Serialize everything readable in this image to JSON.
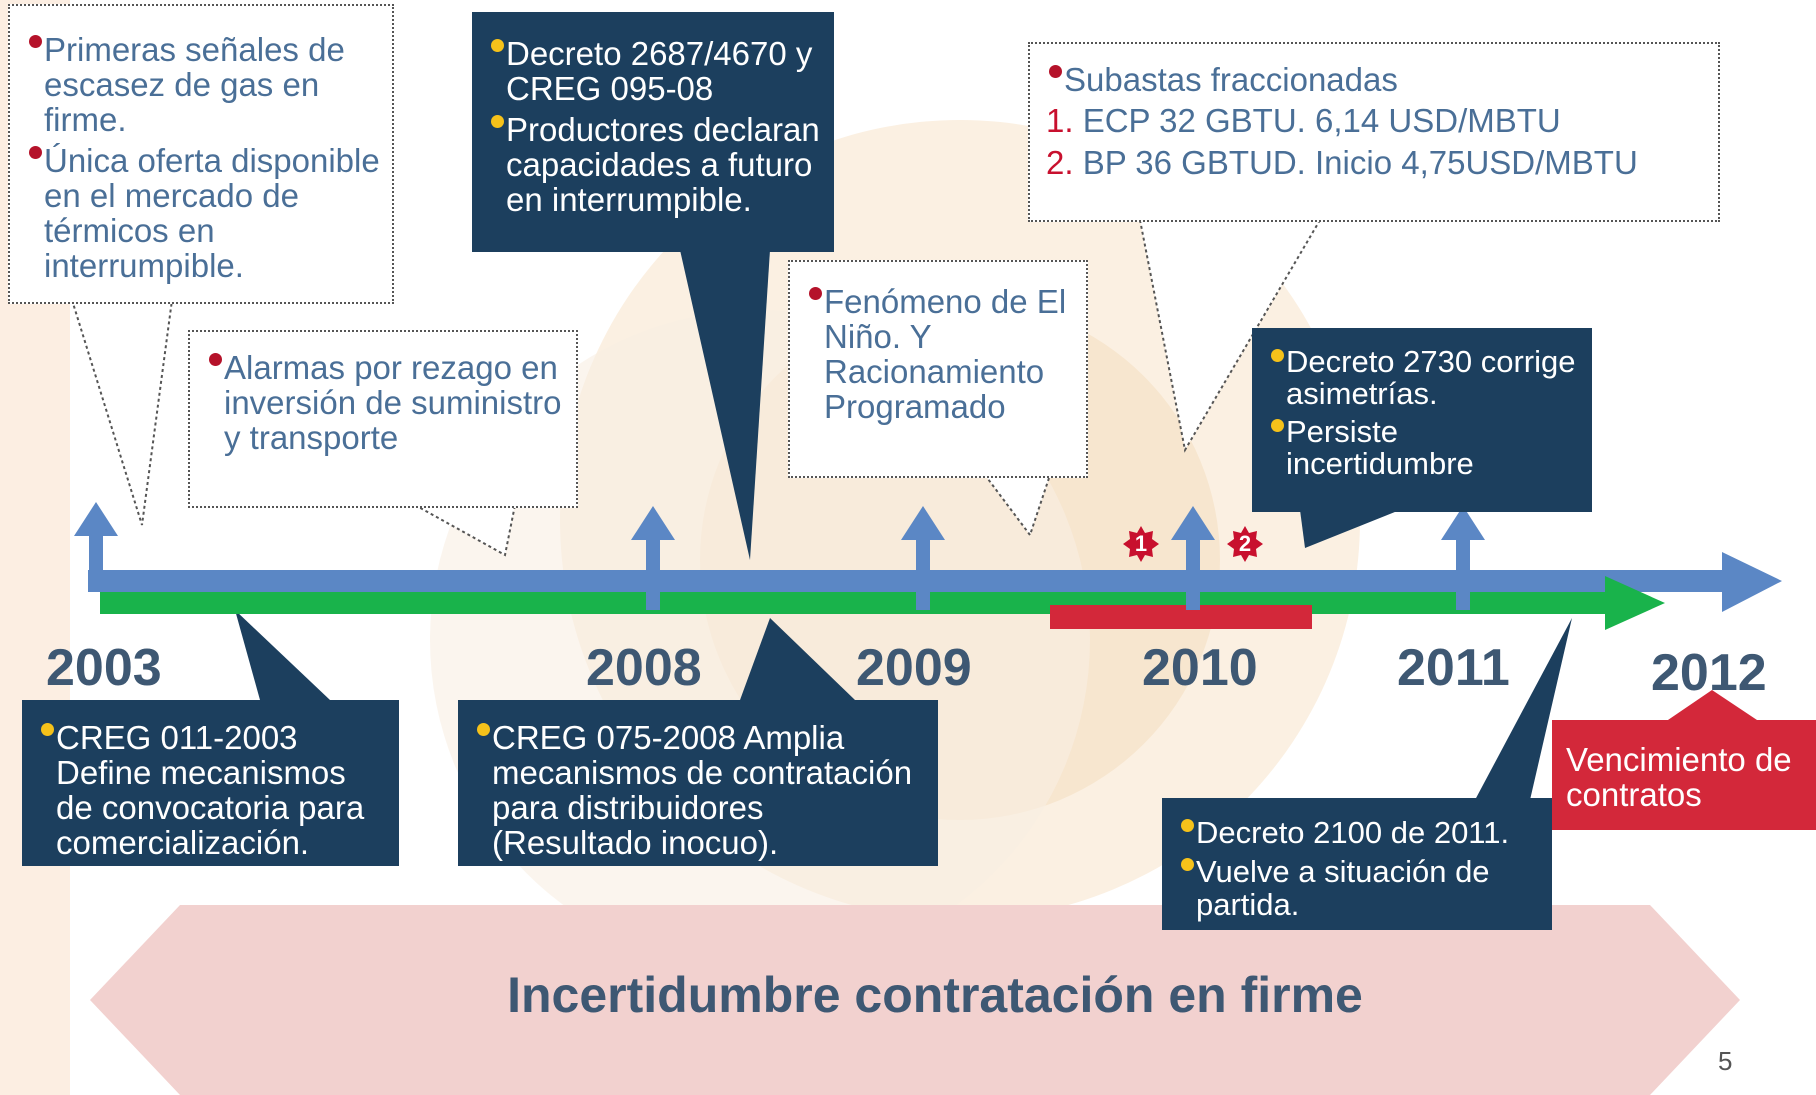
{
  "timeline": {
    "years": [
      "2003",
      "2008",
      "2009",
      "2010",
      "2011",
      "2012"
    ],
    "markers": [
      "1",
      "2"
    ]
  },
  "callouts_top": [
    {
      "items": [
        "Primeras señales de escasez de gas en firme.",
        "Única oferta disponible en el mercado  de térmicos en interrumpible."
      ]
    },
    {
      "items": [
        "Alarmas por rezago en inversión de suministro y transporte"
      ]
    },
    {
      "items": [
        "Decreto 2687/4670 y CREG 095-08",
        "Productores declaran capacidades a futuro en interrumpible."
      ]
    },
    {
      "items": [
        "Fenómeno de El Niño. Y Racionamiento Programado"
      ]
    },
    {
      "title": "Subastas fraccionadas",
      "list": [
        {
          "n": "1.",
          "text": "ECP 32 GBTU. 6,14 USD/MBTU"
        },
        {
          "n": "2.",
          "text": "BP 36 GBTUD. Inicio 4,75USD/MBTU"
        }
      ]
    },
    {
      "items": [
        "Decreto 2730 corrige asimetrías.",
        "Persiste incertidumbre"
      ]
    }
  ],
  "callouts_bottom": [
    {
      "items": [
        "CREG 011-2003 Define mecanismos de convocatoria para comercialización."
      ]
    },
    {
      "items": [
        "CREG 075-2008 Amplia mecanismos de contratación para distribuidores (Resultado inocuo)."
      ]
    },
    {
      "items": [
        "Decreto 2100 de 2011.",
        "Vuelve a situación de partida."
      ]
    }
  ],
  "expiry_label": "Vencimiento de contratos",
  "banner": "Incertidumbre contratación en firme",
  "page_number": "5",
  "colors": {
    "dark_box": "#1c3f5e",
    "axis": "#5b87c5",
    "green": "#19b34b",
    "red": "#d3283a",
    "banner": "#f2d1cf"
  }
}
